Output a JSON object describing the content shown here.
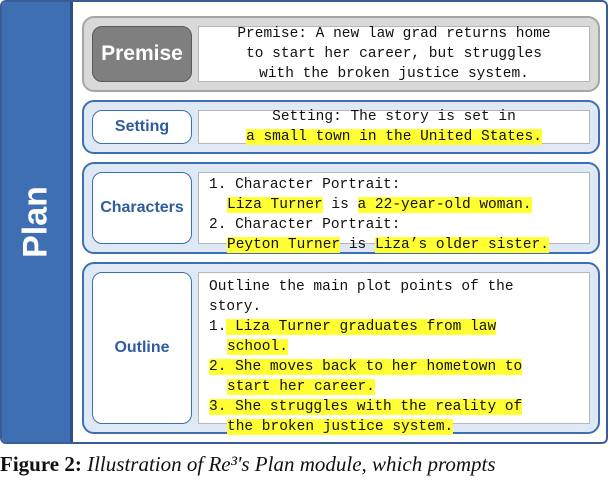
{
  "plan_label": "Plan",
  "premise": {
    "label": "Premise",
    "lines": [
      "Premise: A new law grad returns home",
      "to start her career, but struggles",
      "with the broken justice system."
    ]
  },
  "setting": {
    "label": "Setting",
    "line1": "Setting: The story is set in",
    "line2": "a small town in the United States."
  },
  "characters": {
    "label": "Characters",
    "item1_header": "1. Character Portrait:",
    "item1_name": "Liza Turner",
    "item1_is": " is ",
    "item1_desc": "a 22-year-old woman.",
    "item2_header": "2. Character Portrait:",
    "item2_name": "Peyton Turner",
    "item2_is": " is ",
    "item2_desc": "Liza’s older sister."
  },
  "outline": {
    "label": "Outline",
    "intro1": "Outline the main plot points of the",
    "intro2": "story.",
    "p1_num": "1.",
    "p1_l1": " Liza Turner graduates from law",
    "p1_l2": "school.",
    "p2_l1": "2. She moves back to her hometown to",
    "p2_l2": "start her career.",
    "p3_l1": "3. She struggles with the reality of",
    "p3_l2": "the broken justice system."
  },
  "caption": {
    "fig": "Figure 2:",
    "text": " Illustration of Re³'s Plan module, which prompts"
  }
}
